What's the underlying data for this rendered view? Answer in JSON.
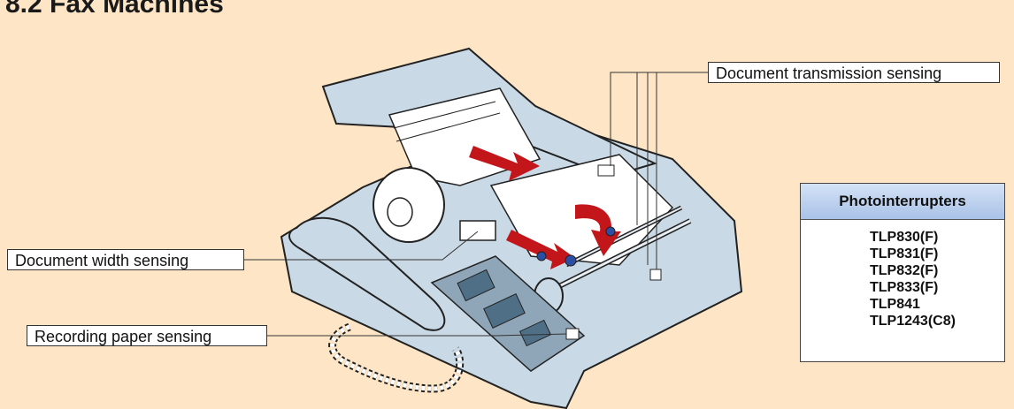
{
  "title": "8.2 Fax Machines",
  "callouts": {
    "document_transmission": "Document transmission sensing",
    "document_width": "Document width sensing",
    "recording_paper": "Recording paper sensing"
  },
  "parts_box": {
    "header": "Photointerrupters",
    "items": [
      "TLP830(F)",
      "TLP831(F)",
      "TLP832(F)",
      "TLP833(F)",
      "TLP841",
      "TLP1243(C8)"
    ]
  },
  "colors": {
    "background": "#fde5c5",
    "machine_body": "#c9dae6",
    "arrow": "#c2161b",
    "header_blue": "#a9c2e8"
  }
}
